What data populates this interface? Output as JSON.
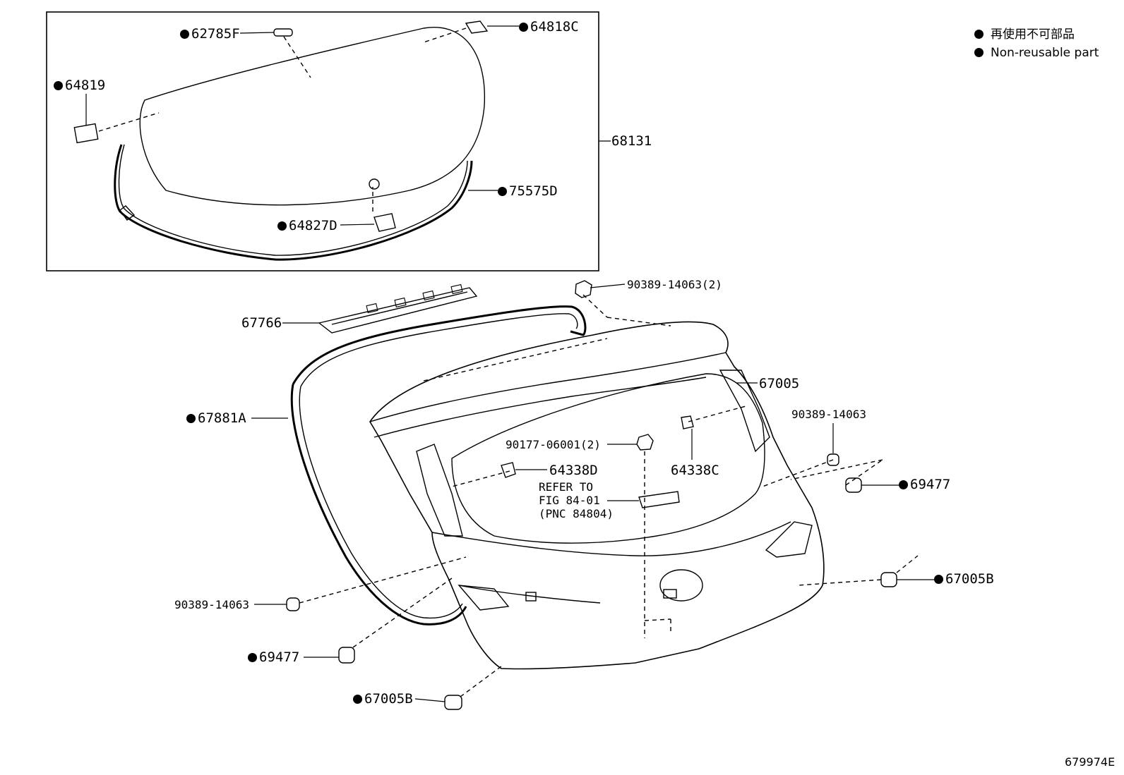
{
  "legend": {
    "items": [
      {
        "symbol": "filled-circle",
        "label": "再使用不可部品"
      },
      {
        "symbol": "filled-circle",
        "label": "Non-reusable part"
      }
    ]
  },
  "figure_id": "679974E",
  "reference_note": {
    "line1": "REFER TO",
    "line2": "FIG 84-01",
    "line3": "(PNC 84804)"
  },
  "parts": [
    {
      "id": "p62785F",
      "label": "62785F",
      "non_reusable": true
    },
    {
      "id": "p64818C",
      "label": "64818C",
      "non_reusable": true
    },
    {
      "id": "p64819",
      "label": "64819",
      "non_reusable": true
    },
    {
      "id": "p68131",
      "label": "68131",
      "non_reusable": false
    },
    {
      "id": "p75575D",
      "label": "75575D",
      "non_reusable": true
    },
    {
      "id": "p64827D",
      "label": "64827D",
      "non_reusable": true
    },
    {
      "id": "p90389a",
      "label": "90389-14063(2)",
      "non_reusable": false
    },
    {
      "id": "p67766",
      "label": "67766",
      "non_reusable": false
    },
    {
      "id": "p67005",
      "label": "67005",
      "non_reusable": false
    },
    {
      "id": "p67881A",
      "label": "67881A",
      "non_reusable": true
    },
    {
      "id": "p90389b",
      "label": "90389-14063",
      "non_reusable": false
    },
    {
      "id": "p90177",
      "label": "90177-06001(2)",
      "non_reusable": false
    },
    {
      "id": "p64338D",
      "label": "64338D",
      "non_reusable": false
    },
    {
      "id": "p64338C",
      "label": "64338C",
      "non_reusable": false
    },
    {
      "id": "p69477a",
      "label": "69477",
      "non_reusable": true
    },
    {
      "id": "p67005Ba",
      "label": "67005B",
      "non_reusable": true
    },
    {
      "id": "p90389c",
      "label": "90389-14063",
      "non_reusable": false
    },
    {
      "id": "p69477b",
      "label": "69477",
      "non_reusable": true
    },
    {
      "id": "p67005Bb",
      "label": "67005B",
      "non_reusable": true
    }
  ]
}
